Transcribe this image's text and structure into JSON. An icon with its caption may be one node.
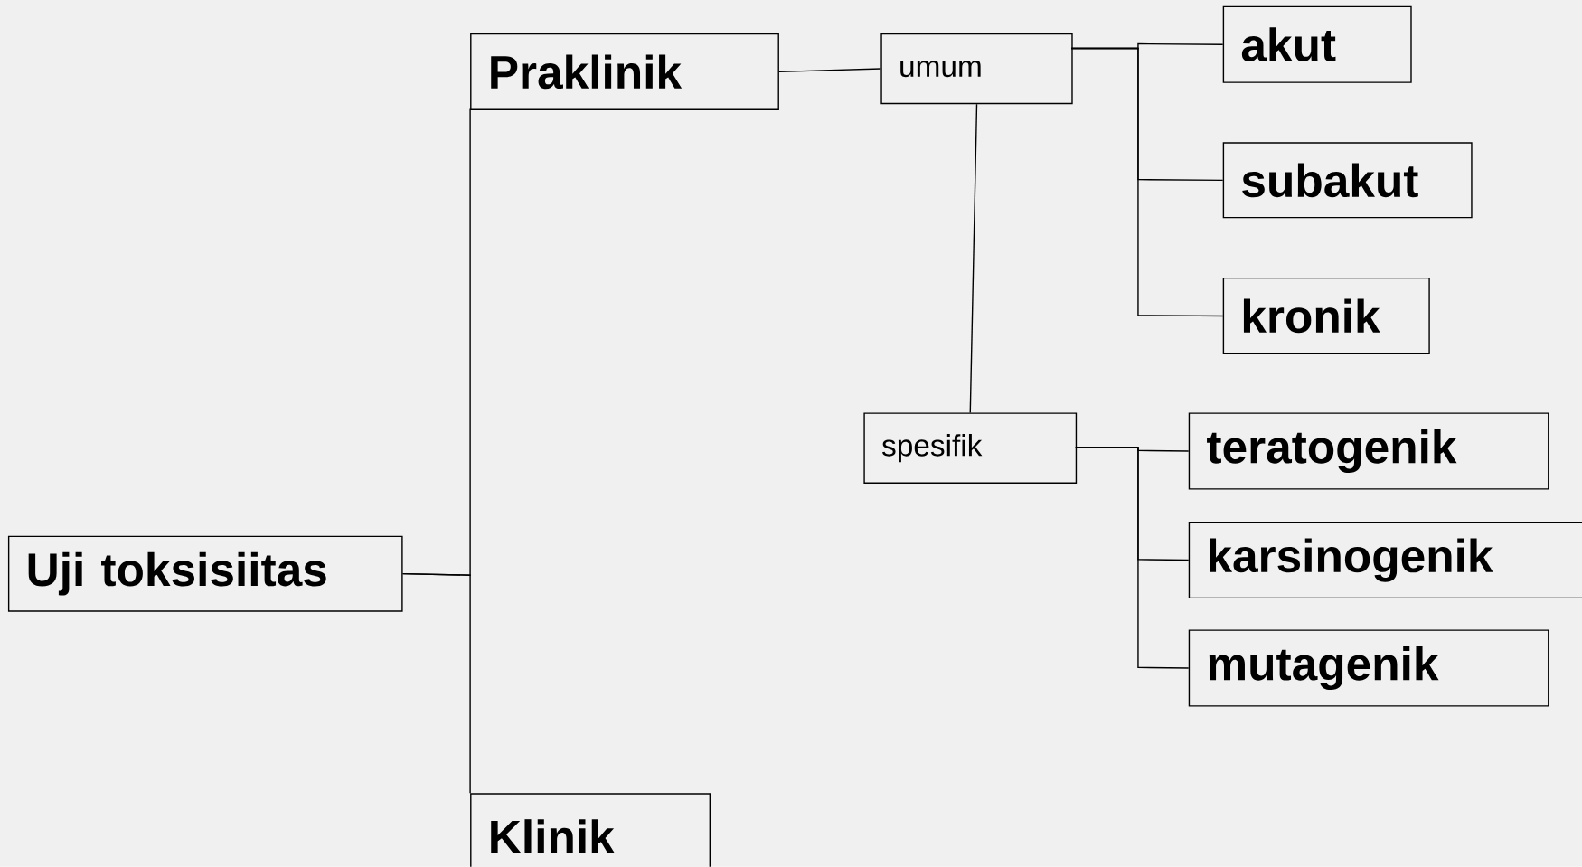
{
  "diagram": {
    "nodes": [
      {
        "text": [
          "Uji toksisiitas"
        ]
      },
      {
        "text": [
          "Praklinik"
        ]
      },
      {
        "text": [
          "Klinik"
        ]
      },
      {
        "text": [
          "umum"
        ]
      },
      {
        "text": [
          "spesifik"
        ]
      },
      {
        "text": [
          "akut"
        ]
      },
      {
        "text": [
          "subakut"
        ]
      },
      {
        "text": [
          "kronik"
        ]
      },
      {
        "text": [
          "teratogenik"
        ]
      },
      {
        "text": [
          "karsinogenik"
        ]
      },
      {
        "text": [
          "mutagenik"
        ]
      }
    ],
    "edges": [
      {
        "from": 0,
        "to": 1,
        "arrow": "none"
      },
      {
        "from": 0,
        "to": 2,
        "arrow": "none"
      },
      {
        "from": 1,
        "to": 3,
        "arrow": "none"
      },
      {
        "from": 3,
        "to": 4,
        "arrow": "none"
      },
      {
        "from": 3,
        "to": 5,
        "arrow": "none"
      },
      {
        "from": 3,
        "to": 6,
        "arrow": "none"
      },
      {
        "from": 3,
        "to": 7,
        "arrow": "none"
      },
      {
        "from": 4,
        "to": 8,
        "arrow": "none"
      },
      {
        "from": 4,
        "to": 9,
        "arrow": "none"
      },
      {
        "from": 4,
        "to": 10,
        "arrow": "none"
      }
    ]
  }
}
